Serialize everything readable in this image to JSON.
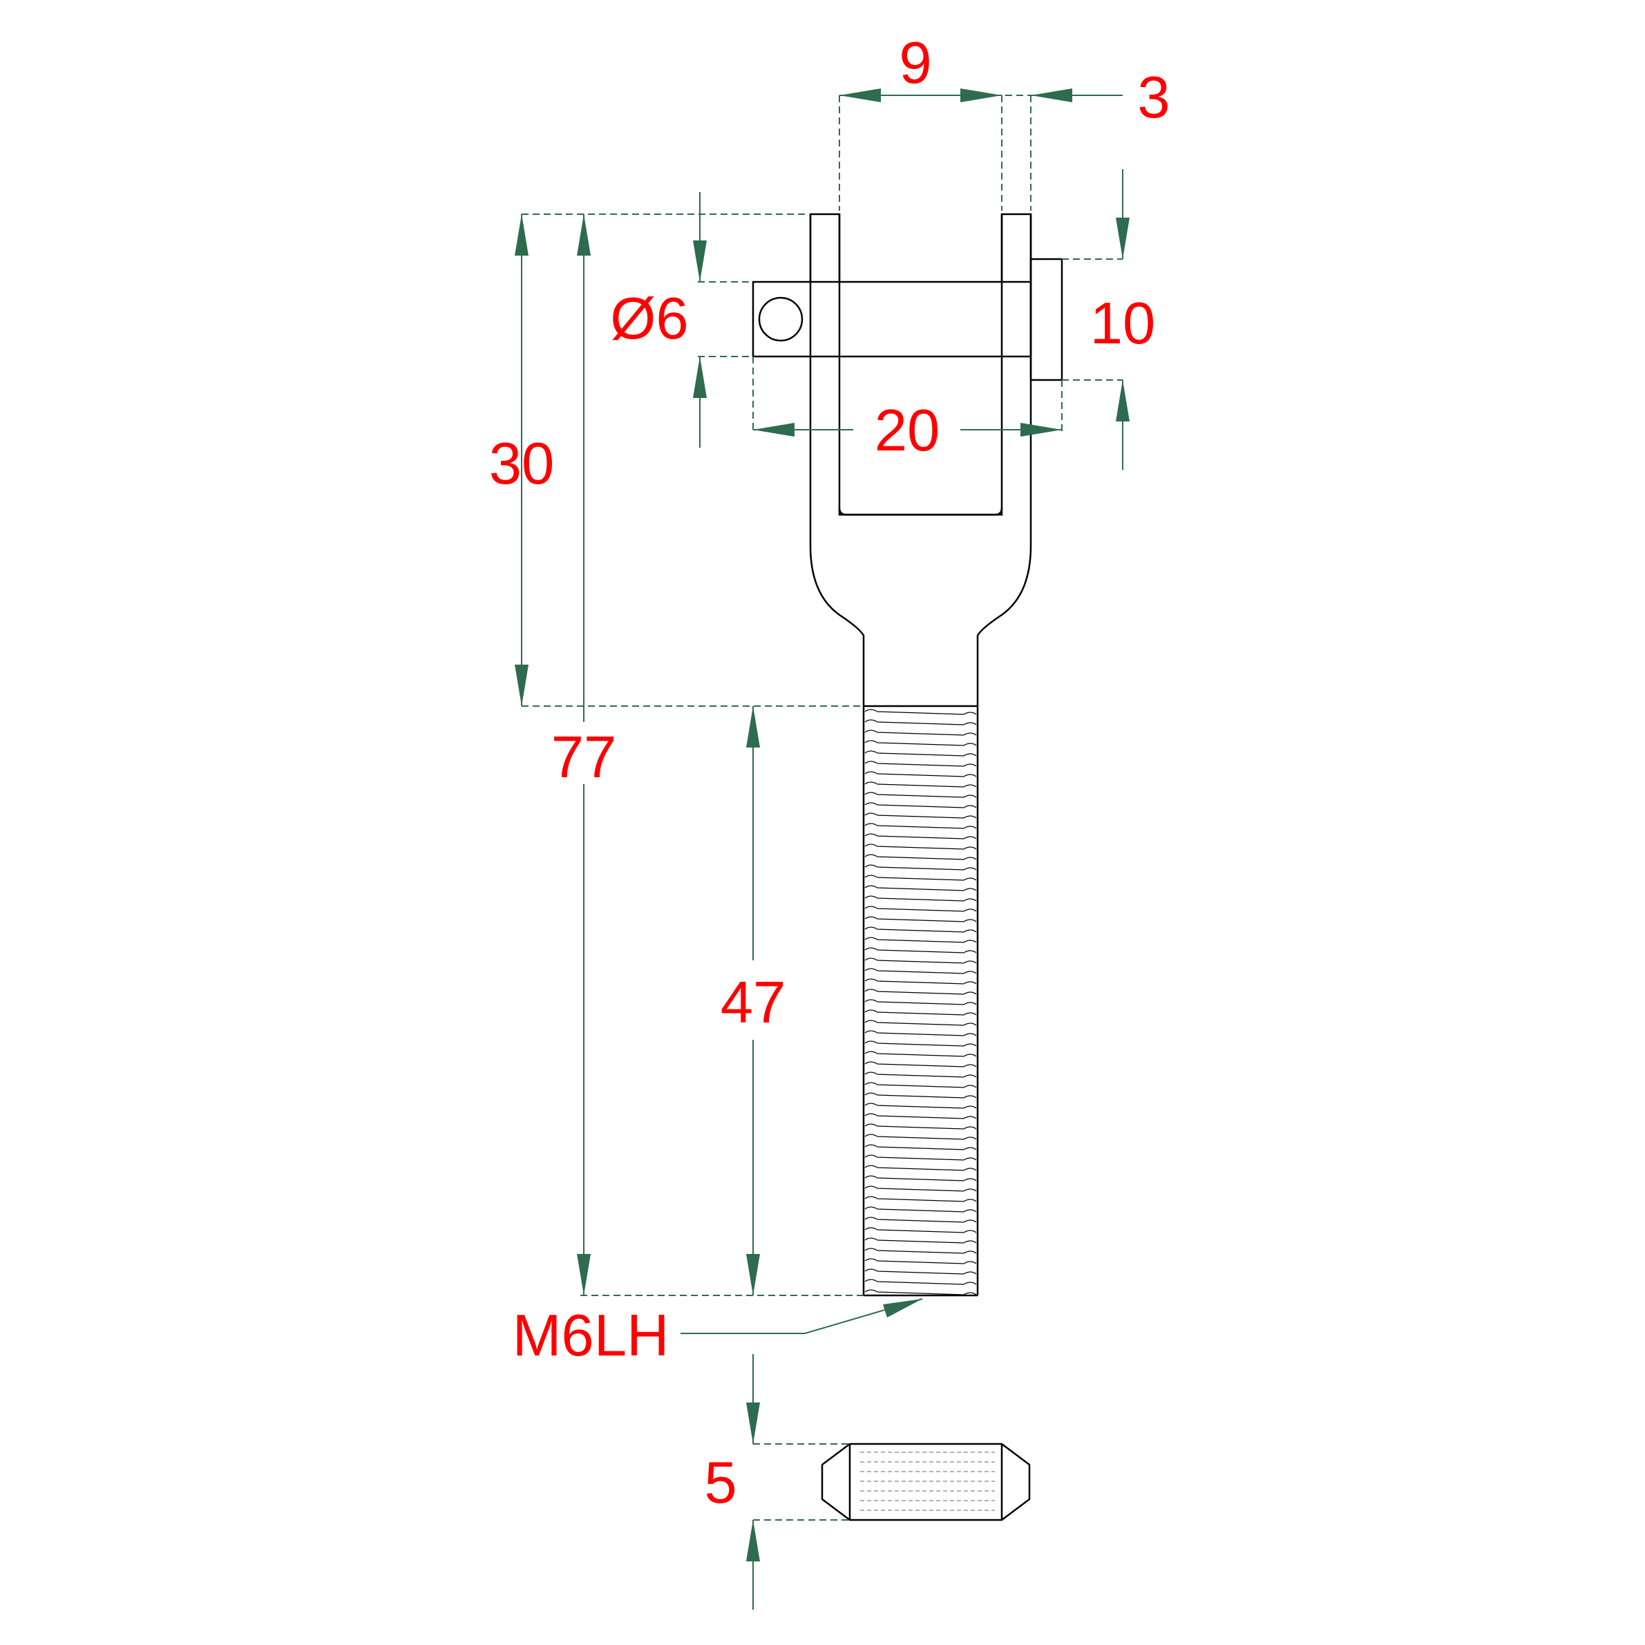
{
  "dimensions": {
    "slot_width": "9",
    "plate_thickness": "3",
    "pin_diameter": "Ø6",
    "head_height": "10",
    "pin_length": "20",
    "fork_length": "30",
    "overall_length": "77",
    "thread_length": "47",
    "thread_spec": "M6LH",
    "nut_width": "5"
  },
  "colors": {
    "dimension_text": "#ff0000",
    "dimension_line": "#2e6b4f",
    "part_outline": "#000000"
  }
}
